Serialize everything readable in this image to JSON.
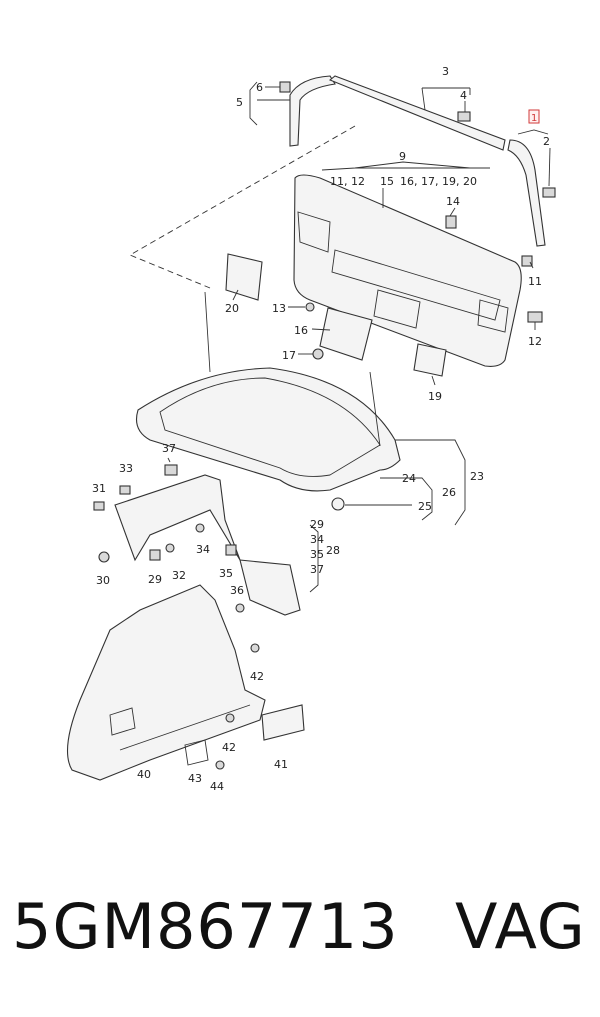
{
  "callouts": {
    "c1": "1",
    "c2": "2",
    "c3": "3",
    "c4": "4",
    "c5": "5",
    "c6": "6",
    "c9": "9",
    "c9a": "11, 12",
    "c9b": "15",
    "c9c": "16, 17, 19, 20",
    "c11": "11",
    "c12": "12",
    "c13": "13",
    "c14": "14",
    "c16": "16",
    "c17": "17",
    "c19": "19",
    "c20": "20",
    "c23": "23",
    "c24": "24",
    "c25": "25",
    "c26": "26",
    "c28": "28",
    "c28a": "29",
    "c28b": "34",
    "c28c": "35",
    "c28d": "37",
    "c29": "29",
    "c30": "30",
    "c31": "31",
    "c32": "32",
    "c33": "33",
    "c34": "34",
    "c35": "35",
    "c36": "36",
    "c37": "37",
    "c40": "40",
    "c41": "41",
    "c42a": "42",
    "c42b": "42",
    "c43": "43",
    "c44": "44"
  },
  "footer": {
    "part_number": "5GM867713",
    "brand": "VAG"
  },
  "colors": {
    "highlight_box": "#d13a3a",
    "line": "#333333"
  }
}
